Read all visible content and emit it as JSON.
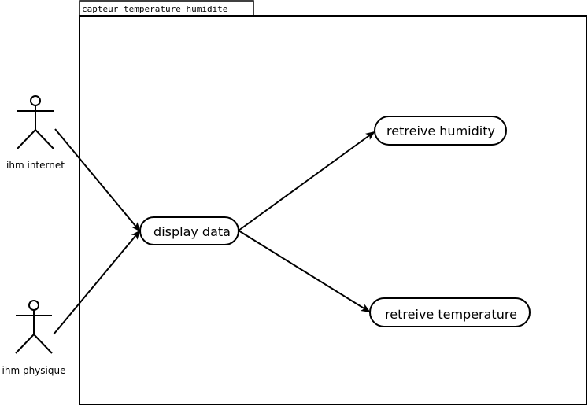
{
  "system": {
    "name": "capteur temperature humidite"
  },
  "actors": {
    "internet": "ihm internet",
    "physique": "ihm physique"
  },
  "use_cases": {
    "display": "display data",
    "humidity": "retreive humidity",
    "temperature": "retreive temperature"
  },
  "relations": [
    {
      "from": "ihm internet",
      "to": "display data"
    },
    {
      "from": "ihm physique",
      "to": "display data"
    },
    {
      "from": "display data",
      "to": "retreive humidity"
    },
    {
      "from": "display data",
      "to": "retreive temperature"
    }
  ]
}
